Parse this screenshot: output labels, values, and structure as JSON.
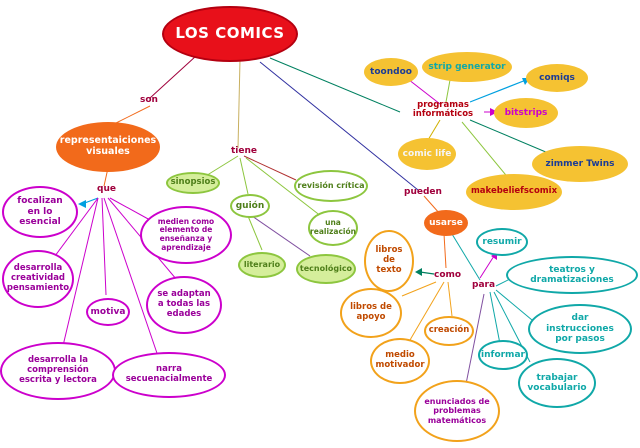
{
  "colors": {
    "title_fill": "#e8101a",
    "orange_fill": "#f26a1b",
    "pink_border": "#cc00cc",
    "green_border": "#8dc63f",
    "green_fill": "#d5ee9b",
    "yellow_fill": "#f5c232",
    "teal_border": "#10a8a8",
    "orange_border": "#f2a21b",
    "link_label": "#a0003c"
  },
  "title": "LOS COMICS",
  "nodes": {
    "representaciones": "representaiciones visuales",
    "focalizan": "focalizan en lo esencial",
    "creatividad": "desarrolla creatividad pensamiento",
    "motiva": "motiva",
    "comprension": "desarrolla la comprensión escrita y lectora",
    "narra": "narra secuenacialmente",
    "adaptan": "se adaptan a todas las edades",
    "medien": "medien como elemento de enseñanza y aprendizaje",
    "sinopsios": "sinopsios",
    "guion": "guión",
    "literario": "literario",
    "tecnologico": "tecnológico",
    "revision": "revisión crítica",
    "realizacion": "una realización",
    "toondoo": "toondoo",
    "strip": "strip generator",
    "comiqs": "comiqs",
    "bitstrips": "bitstrips",
    "comiclife": "comic life",
    "zimmer": "zimmer Twins",
    "makebeliefs": "makebeliefscomix",
    "usarse": "usarse",
    "libros_texto": "libros de texto",
    "libros_apoyo": "libros de apoyo",
    "medio": "medio motivador",
    "creacion": "creación",
    "enunciados": "enunciados de problemas matemáticos",
    "resumir": "resumir",
    "teatros": "teatros y dramatizaciones",
    "instrucciones": "dar instrucciones por pasos",
    "informar": "informar",
    "vocabulario": "trabajar vocabulario"
  },
  "labels": {
    "son": "son",
    "que": "que",
    "tiene": "tiene",
    "pueden": "pueden",
    "programas": "programas informáticos",
    "como": "como",
    "para": "para"
  }
}
